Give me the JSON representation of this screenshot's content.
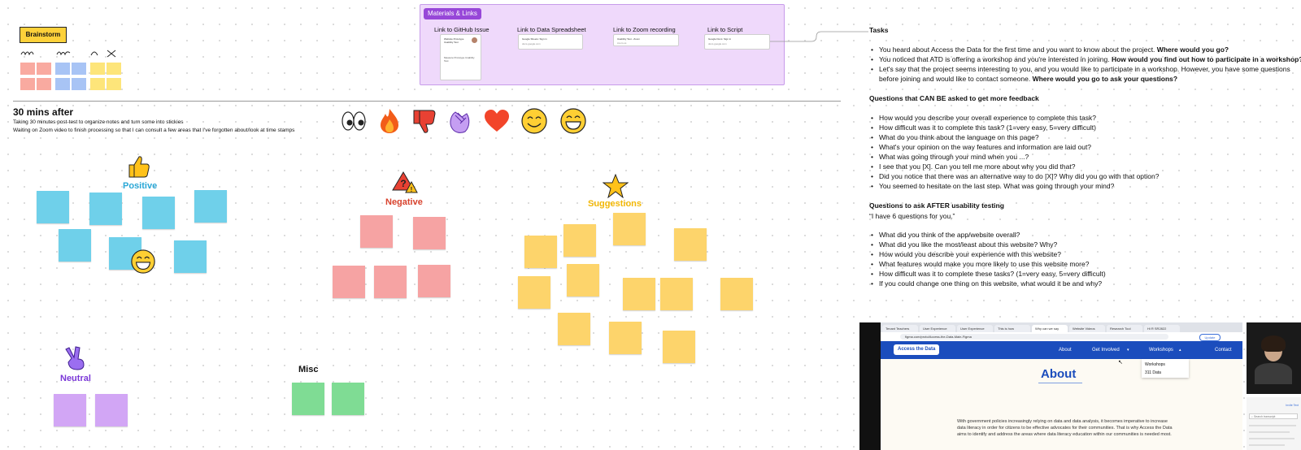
{
  "brainstorm": {
    "label": "Brainstorm"
  },
  "materials": {
    "label": "Materials & Links",
    "links": [
      {
        "label": "Link to GitHub Issue",
        "card_line1": "Website Prototype Usability Test",
        "card_line2": "Measure Prototype Usability Test"
      },
      {
        "label": "Link to Data Spreadsheet",
        "card_line1": "Google Sheets: Sign in",
        "card_line2": "docs.google.com"
      },
      {
        "label": "Link to Zoom recording",
        "card_line1": "Usability Test - Zoom",
        "card_line2": "zoom.us"
      },
      {
        "label": "Link to Script",
        "card_line1": "Google Docs: Sign in",
        "card_line2": "docs.google.com"
      }
    ]
  },
  "after": {
    "title": "30 mins after",
    "line1": "Taking 30 minutes post-test to organize notes and turn some into stickies",
    "line2": "Waiting on Zoom video to finish processing so that I can consult a few areas that I've forgotten about/look at time stamps"
  },
  "reactions": [
    "eyes-icon",
    "fire-icon",
    "thumbs-down-icon",
    "clapping-hands-icon",
    "heart-icon",
    "smile-icon",
    "grin-icon"
  ],
  "groups": {
    "positive": {
      "title": "Positive",
      "color": "#2aa7d6"
    },
    "negative": {
      "title": "Negative",
      "color": "#d8432e"
    },
    "suggestions": {
      "title": "Suggestions",
      "color": "#f2b705"
    },
    "neutral": {
      "title": "Neutral",
      "color": "#7b38d8"
    },
    "misc": {
      "title": "Misc",
      "color": "#111111"
    }
  },
  "tasks": {
    "heading": "Tasks",
    "items": [
      {
        "text": "You heard about Access the Data for the first time and you want to know about the project.",
        "bold": "Where would you go?"
      },
      {
        "text": "You noticed that ATD is offering a workshop and you're interested in joining.",
        "bold": "How would you find out how to participate in a workshop?"
      },
      {
        "text": "Let's say that the project seems interesting to you, and you would like to participate in a workshop. However, you have some questions",
        "bold": ""
      },
      {
        "text": "before joining and would like to contact someone.",
        "bold": "Where would you go to ask your questions?"
      }
    ]
  },
  "can_ask": {
    "heading": "Questions that CAN BE asked to get more feedback",
    "items": [
      "How would you describe your overall experience to complete this task?",
      "How difficult was it to complete this task? (1=very easy, 5=very difficult)",
      "What do you think about the language on this page?",
      "What's your opinion on the way features and information are laid out?",
      "What was going through your mind when you ...?",
      "I see that you [X]. Can you tell me more about why you did that?",
      "Did you notice that there was an alternative way to do [X]? Why did you go with that option?",
      "You seemed to hesitate on the last step. What was going through your mind?"
    ]
  },
  "after_testing": {
    "heading": "Questions to ask AFTER usability testing",
    "intro": "“I have 6 questions for you.”",
    "items": [
      "What did you think of the app/website overall?",
      "What did you like the most/least about this website? Why?",
      "How would you describe your experience with this website?",
      "What features would make you more likely to use this website more?",
      "How difficult was it to complete these tasks? (1=very easy, 5=very difficult)",
      "If you could change one thing on this website, what would it be and why?"
    ]
  },
  "screenshot": {
    "tabs": [
      "Tenant Teachers",
      "User Experience",
      "User Experience",
      "This is how",
      "Why can we say",
      "Website Videos",
      "Research Tool",
      "Hi R SR2822"
    ],
    "url": "figma.com/proto/Access-the-Data-Main-Figma",
    "update_label": "Update",
    "logo": "Access the Data",
    "nav": [
      "About",
      "Get Involved",
      "Workshops",
      "Contact"
    ],
    "dropdown": [
      "Workshops",
      "311 Data"
    ],
    "page_title": "About",
    "body": "With government policies increasingly relying on data and data analysis, it becomes imperative to increase data literacy in order for citizens to be effective advocates for their communities. That is why Access the Data aims to identify and address the areas where data literacy education within our communities is needed most.",
    "side_search": "Search transcript",
    "side_link": "Invite Text"
  }
}
